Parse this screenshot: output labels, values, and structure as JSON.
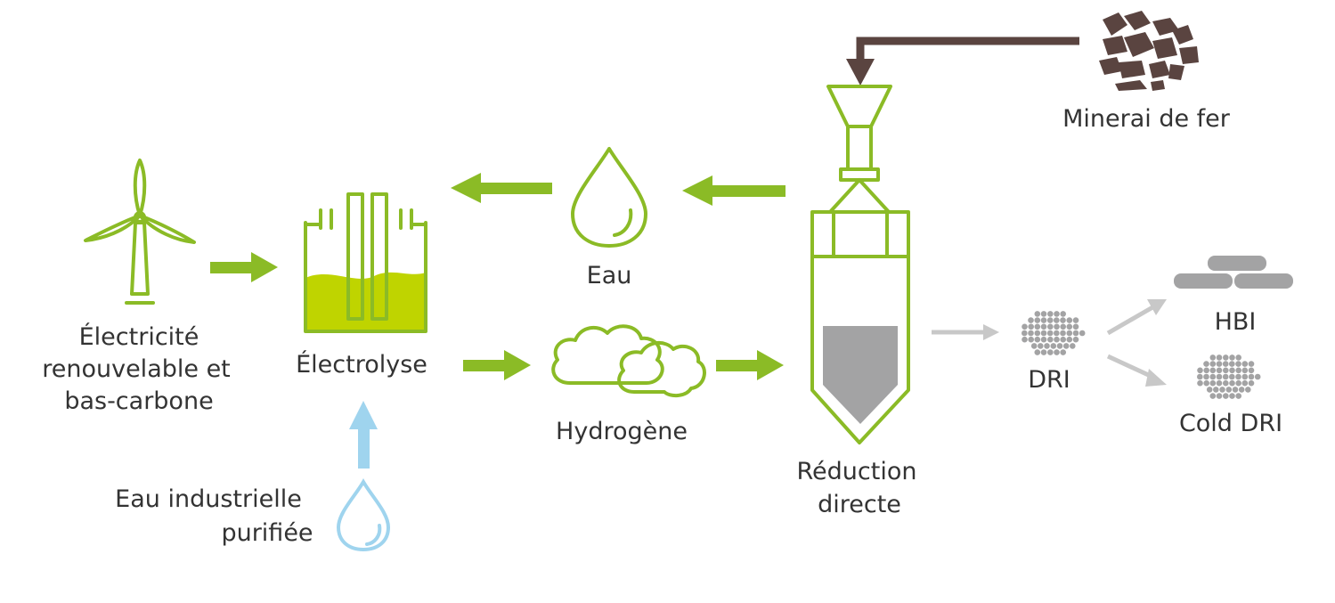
{
  "colors": {
    "green": "#8bbb26",
    "lime_fill": "#bfd400",
    "brown": "#5a4440",
    "light_blue": "#9fd4ee",
    "gray": "#a3a3a4",
    "light_gray": "#c8c8c8",
    "text": "#333333"
  },
  "labels": {
    "electricity": [
      "Électricité",
      "renouvelable et",
      "bas-carbone"
    ],
    "electrolysis": "Électrolyse",
    "water": "Eau",
    "hydrogen": "Hydrogène",
    "industrial_water": [
      "Eau industrielle",
      "purifiée"
    ],
    "direct_reduction": [
      "Réduction",
      "directe"
    ],
    "iron_ore": "Minerai de fer",
    "dri": "DRI",
    "hbi": "HBI",
    "cold_dri": "Cold DRI"
  },
  "icons": {
    "wind_turbine": "wind-turbine-icon",
    "electrolyser": "electrolyser-icon",
    "water_drop": "water-drop-icon",
    "hydrogen_cloud": "hydrogen-cloud-icon",
    "purified_water_drop": "purified-water-drop-icon",
    "reduction_shaft": "shaft-furnace-icon",
    "iron_ore": "iron-ore-icon",
    "dri_pellets": "dri-pellets-icon",
    "hbi_briquettes": "hbi-briquettes-icon",
    "cold_dri_pellets": "cold-dri-pellets-icon"
  }
}
